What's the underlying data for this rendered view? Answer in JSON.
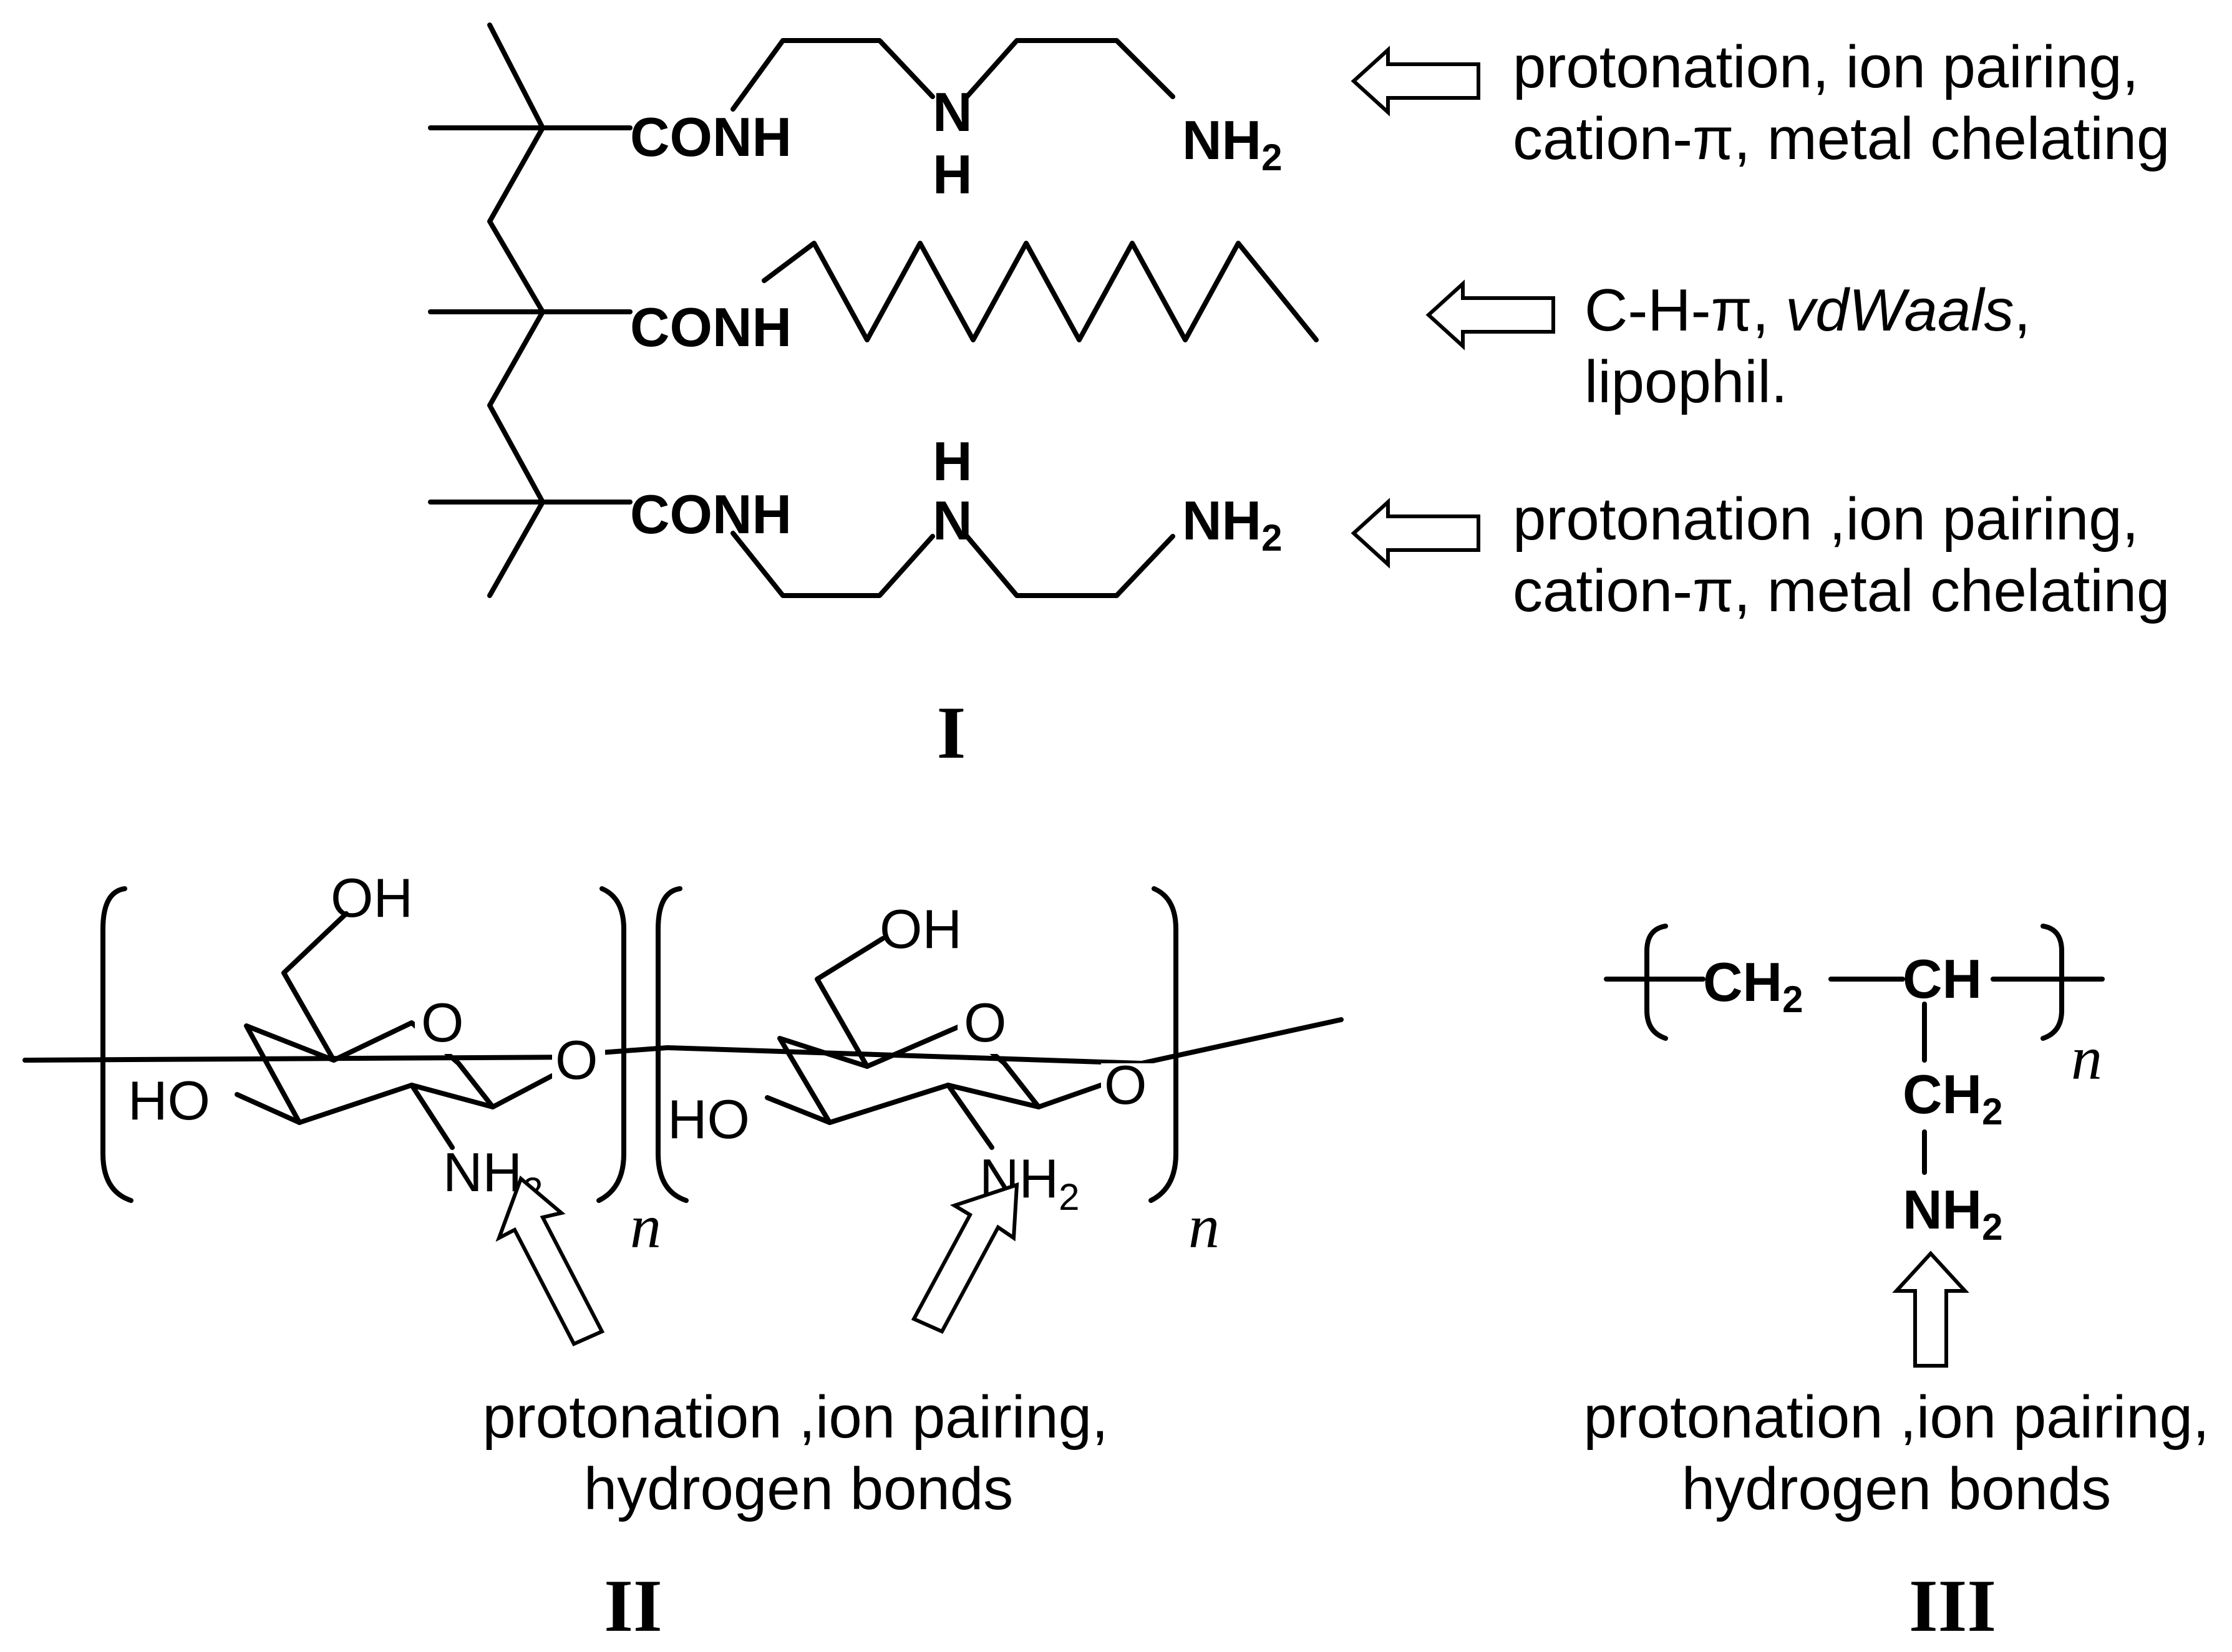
{
  "structure_I": {
    "label": "I",
    "row1": {
      "amide": "CONH",
      "nh": "N",
      "nh_h": "H",
      "amine": "NH",
      "amine_sub": "2"
    },
    "row2": {
      "amide": "CONH"
    },
    "row3": {
      "amide": "CONH",
      "nh": "N",
      "nh_h": "H",
      "amine": "NH",
      "amine_sub": "2"
    },
    "note1": [
      "protonation, ion pairing,",
      "cation-π, metal chelating"
    ],
    "note2_line1_a": "C-H-π, ",
    "note2_line1_b": "vdWaals",
    "note2_line1_c": ",",
    "note2_line2": "lipophil.",
    "note3": [
      "protonation ,ion pairing,",
      "cation-π, metal chelating"
    ]
  },
  "structure_II": {
    "label": "II",
    "oh": "OH",
    "ring_o": "O",
    "link_o": "O",
    "ho": "HO",
    "amine": "NH",
    "amine_sub": "2",
    "repeat": "n",
    "note": [
      "protonation ,ion pairing,",
      "hydrogen bonds"
    ]
  },
  "structure_III": {
    "label": "III",
    "ch2": "CH",
    "ch2_sub": "2",
    "ch": "CH",
    "side_ch2": "CH",
    "side_ch2_sub": "2",
    "amine": "NH",
    "amine_sub": "2",
    "repeat": "n",
    "note": [
      "protonation ,ion pairing,",
      "hydrogen bonds"
    ]
  }
}
